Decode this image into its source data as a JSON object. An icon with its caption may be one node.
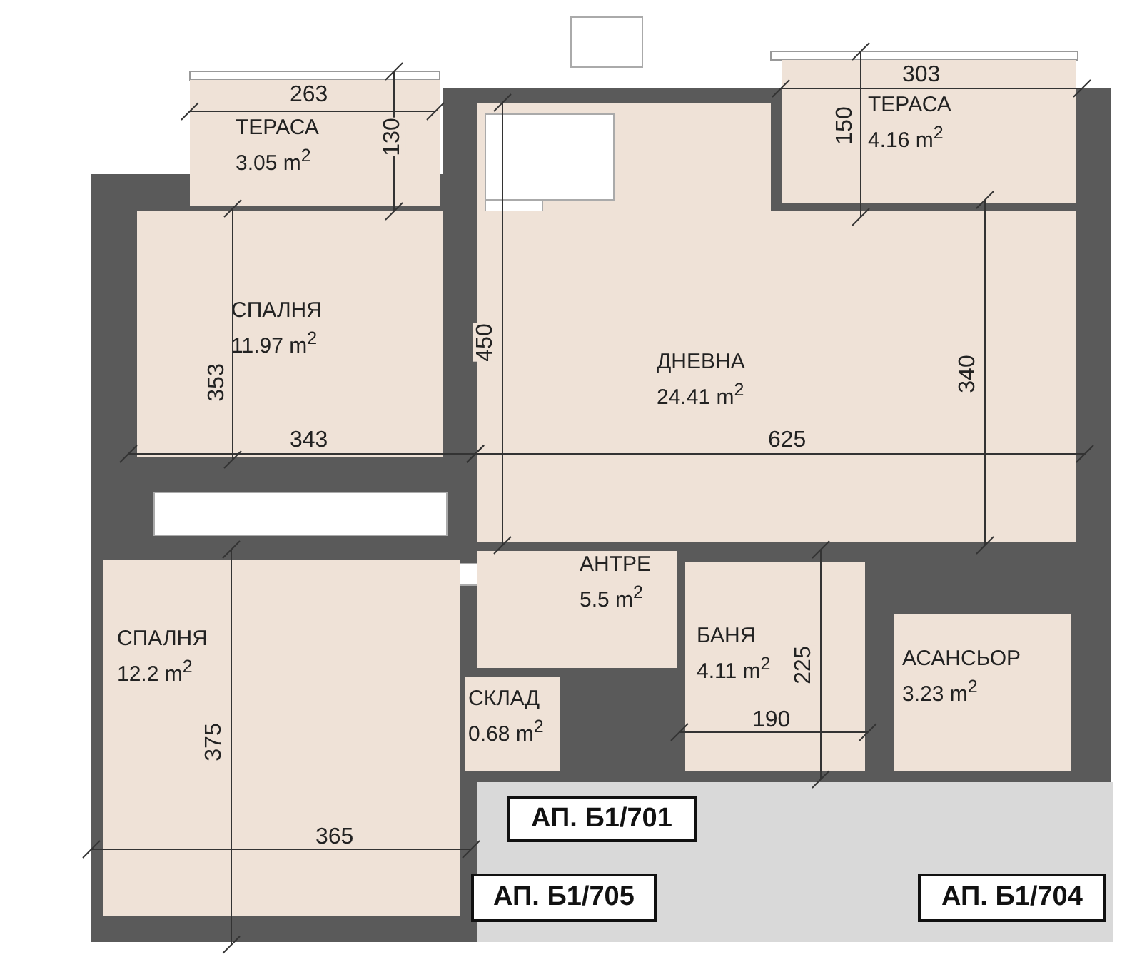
{
  "diagram": {
    "nodes": [
      {
        "text": [
          "ТЕРАСА",
          "3.05 m$^{2}$"
        ]
      },
      {
        "text": [
          "ТЕРАСА",
          "4.16 m$^{2}$"
        ]
      },
      {
        "text": [
          "СПАЛНЯ",
          "11.97 m$^{2}$"
        ]
      },
      {
        "text": [
          "ДНЕВНА",
          "24.41 m$^{2}$"
        ]
      },
      {
        "text": [
          "АНТРЕ",
          "5.5 m$^{2}$"
        ]
      },
      {
        "text": [
          "БАНЯ",
          "4.11 m$^{2}$"
        ]
      },
      {
        "text": [
          "СПАЛНЯ",
          "12.2 m$^{2}$"
        ]
      },
      {
        "text": [
          "СКЛАД",
          "0.68 m$^{2}$"
        ]
      },
      {
        "text": [
          "АСАНСЬОР",
          "3.23 m$^{2}$"
        ]
      },
      {
        "text": [
          "АП. Б1/701"
        ]
      },
      {
        "text": [
          "АП. Б1/705"
        ]
      },
      {
        "text": [
          "АП. Б1/704"
        ]
      }
    ],
    "labels": [
      "263",
      "130",
      "303",
      "150",
      "353",
      "450",
      "340",
      "343",
      "625",
      "225",
      "190",
      "375",
      "365"
    ]
  }
}
